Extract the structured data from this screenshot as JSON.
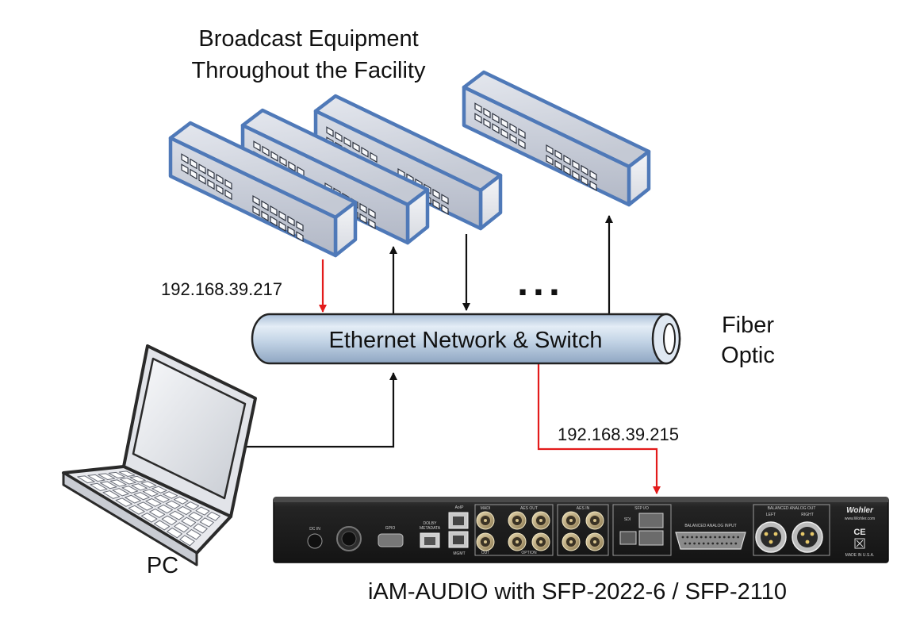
{
  "title_line1": "Broadcast Equipment",
  "title_line2": "Throughout the Facility",
  "network_label": "Ethernet Network & Switch",
  "fiber_line1": "Fiber",
  "fiber_line2": "Optic",
  "ip_switch_left": "192.168.39.217",
  "ip_device": "192.168.39.215",
  "ellipsis": "...",
  "pc_label": "PC",
  "device_caption": "iAM-AUDIO with SFP-2022-6 / SFP-2110",
  "panel": {
    "brand": "Wohler",
    "brand_url": "www.Wohler.com",
    "made_in": "MADE IN U.S.A.",
    "ce": "CE",
    "dc_in": "DC IN",
    "gpio": "GPIO",
    "dolby": "DOLBY",
    "metadata": "METADATA",
    "avip": "AoIP",
    "mgmt": "MGMT",
    "madi": "MADI",
    "out": "OUT",
    "aes_out": "AES OUT",
    "option": "OPTION",
    "aes_in": "AES IN",
    "sfp_io": "SFP I/O",
    "sdi": "SDI",
    "balanced_in": "BALANCED ANALOG INPUT",
    "balanced_out": "BALANCED ANALOG OUT",
    "left": "LEFT",
    "right": "RIGHT"
  },
  "colors": {
    "arrow_black": "#111111",
    "arrow_red": "#e31b1b",
    "device_blue": "#4f79b8",
    "panel": "#1e1e1e"
  }
}
